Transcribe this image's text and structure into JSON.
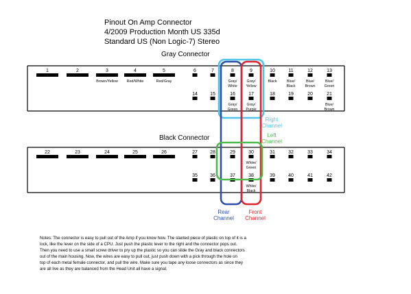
{
  "header": {
    "lines": [
      "Pinout On Amp Connector",
      "4/2009 Production Month US 335d",
      "Standard US (Non Logic-7) Stereo"
    ]
  },
  "gray_connector": {
    "title": "Gray Connector",
    "top_pins": [
      {
        "num": "1",
        "wire": ""
      },
      {
        "num": "2",
        "wire": ""
      },
      {
        "num": "3",
        "wire": "Brown/Yellow"
      },
      {
        "num": "4",
        "wire": "Red/White"
      },
      {
        "num": "5",
        "wire": "Red/Gray"
      },
      {
        "num": "6",
        "wire": ""
      },
      {
        "num": "7",
        "wire": ""
      },
      {
        "num": "8",
        "wire": "Gray/ White"
      },
      {
        "num": "9",
        "wire": "Gray/ Yellow"
      },
      {
        "num": "10",
        "wire": "Black"
      },
      {
        "num": "11",
        "wire": "Blue/ Black"
      },
      {
        "num": "12",
        "wire": "Blue/ Brown"
      },
      {
        "num": "13",
        "wire": "Blue/ Green"
      }
    ],
    "bottom_pins": [
      {
        "num": "14",
        "wire": ""
      },
      {
        "num": "15",
        "wire": ""
      },
      {
        "num": "16",
        "wire": "Gray/ Green"
      },
      {
        "num": "17",
        "wire": "Gray/ Purple"
      },
      {
        "num": "18",
        "wire": ""
      },
      {
        "num": "19",
        "wire": ""
      },
      {
        "num": "20",
        "wire": ""
      },
      {
        "num": "21",
        "wire": "Blue/ Brown"
      }
    ]
  },
  "black_connector": {
    "title": "Black Connector",
    "top_pins": [
      {
        "num": "22",
        "wire": ""
      },
      {
        "num": "23",
        "wire": ""
      },
      {
        "num": "24",
        "wire": ""
      },
      {
        "num": "25",
        "wire": ""
      },
      {
        "num": "26",
        "wire": ""
      },
      {
        "num": "27",
        "wire": ""
      },
      {
        "num": "28",
        "wire": ""
      },
      {
        "num": "29",
        "wire": ""
      },
      {
        "num": "30",
        "wire": "White/ Green"
      },
      {
        "num": "31",
        "wire": ""
      },
      {
        "num": "32",
        "wire": ""
      },
      {
        "num": "33",
        "wire": ""
      },
      {
        "num": "34",
        "wire": ""
      }
    ],
    "bottom_pins": [
      {
        "num": "35",
        "wire": ""
      },
      {
        "num": "36",
        "wire": ""
      },
      {
        "num": "37",
        "wire": ""
      },
      {
        "num": "38",
        "wire": "White/ Black"
      },
      {
        "num": "39",
        "wire": ""
      },
      {
        "num": "40",
        "wire": ""
      },
      {
        "num": "41",
        "wire": ""
      },
      {
        "num": "42",
        "wire": ""
      }
    ]
  },
  "channels": {
    "right": {
      "label": "Right Channel",
      "color": "#4fc3e8"
    },
    "left": {
      "label": "Left Channel",
      "color": "#4cba4a"
    },
    "rear": {
      "label": "Rear Channel",
      "color": "#2d4fa8"
    },
    "front": {
      "label": "Front Channel",
      "color": "#e0232c"
    }
  },
  "notes": [
    "Notes: The connector is easy to pull out of the Amp if you know how.  The slanted piece of plastic on top of it is a",
    "lock, like the lever on the side of a CPU.  Just push the plastic lever to the right and the connector pops out.",
    "Then you need to use a small screw driver to pry up the plastic so you can slide the Gray and black connectors",
    "out of the main housing.  Now, the wires are easy to pull out, just push down with a pick through the hole on",
    "top of each metal female connector, and pull the wire.  Make sure you tape any loose connectors as since they",
    "are all live as they are balanced from the Head Unit all have a signal."
  ]
}
